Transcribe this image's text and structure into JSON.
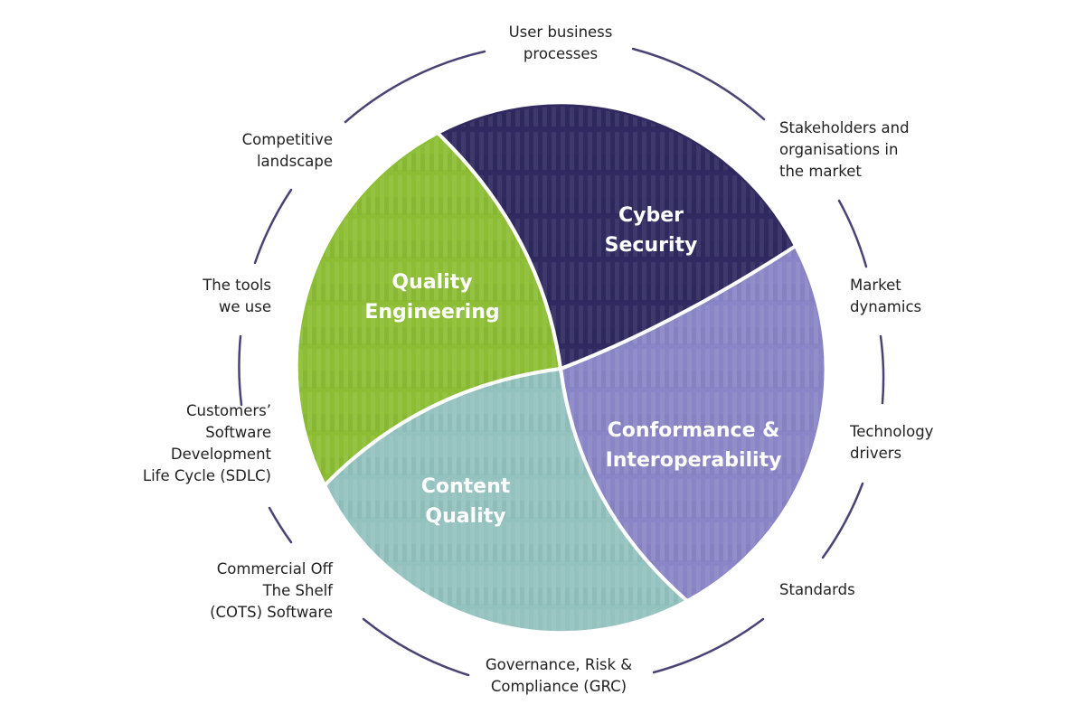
{
  "colors": {
    "ring": "#4a4474",
    "quality_engineering": "#8cbd35",
    "cyber_security": "#302a60",
    "conformance": "#8a85c6",
    "content_quality": "#93c2bf",
    "text": "#222222",
    "segment_text": "#ffffff"
  },
  "segments": {
    "cyber_security": {
      "line1": "Cyber",
      "line2": "Security"
    },
    "quality_engineering": {
      "line1": "Quality",
      "line2": "Engineering"
    },
    "conformance": {
      "line1": "Conformance &",
      "line2": "Interoperability"
    },
    "content_quality": {
      "line1": "Content",
      "line2": "Quality"
    }
  },
  "outer_labels": {
    "user_business": {
      "line1": "User business",
      "line2": "processes"
    },
    "stakeholders": {
      "line1": "Stakeholders and",
      "line2": "organisations in",
      "line3": "the market"
    },
    "market_dynamics": {
      "line1": "Market",
      "line2": "dynamics"
    },
    "technology_drivers": {
      "line1": "Technology",
      "line2": "drivers"
    },
    "standards": {
      "line1": "Standards"
    },
    "grc": {
      "line1": "Governance, Risk &",
      "line2": "Compliance (GRC)"
    },
    "cots": {
      "line1": "Commercial Off",
      "line2": "The Shelf",
      "line3": "(COTS) Software"
    },
    "sdlc": {
      "line1": "Customers’",
      "line2": "Software",
      "line3": "Development",
      "line4": "Life Cycle (SDLC)"
    },
    "tools": {
      "line1": "The tools",
      "line2": "we use"
    },
    "competitive": {
      "line1": "Competitive",
      "line2": "landscape"
    }
  }
}
